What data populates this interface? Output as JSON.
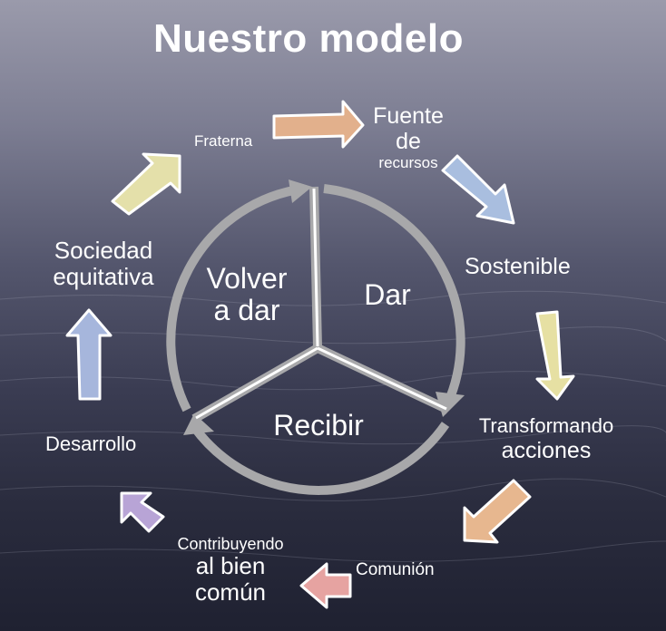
{
  "title": "Nuestro modelo",
  "center": {
    "dar": "Dar",
    "recibir": "Recibir",
    "volver_line1": "Volver",
    "volver_line2": "a dar"
  },
  "outer": {
    "fuente_line1": "Fuente",
    "fuente_line2": "de",
    "fuente_line3": "recursos",
    "sostenible": "Sostenible",
    "transformando_line1": "Transformando",
    "transformando_line2": "acciones",
    "comunion": "Comunión",
    "contribuyendo_line1": "Contribuyendo",
    "contribuyendo_line2": "al bien",
    "contribuyendo_line3": "común",
    "desarrollo": "Desarrollo",
    "sociedad_line1": "Sociedad",
    "sociedad_line2": "equitativa",
    "fraterna": "Fraterna"
  },
  "colors": {
    "ring": "#a8a8aa",
    "arrow_orange": "#e2b08c",
    "arrow_blue": "#a9bedf",
    "arrow_yellow": "#e6e0a3",
    "arrow_peach": "#e7b78f",
    "arrow_pink": "#e6a3a1",
    "arrow_purple": "#b8a4d6",
    "arrow_lightblue": "#a6b6dc",
    "arrow_cream": "#e4e0aa"
  }
}
